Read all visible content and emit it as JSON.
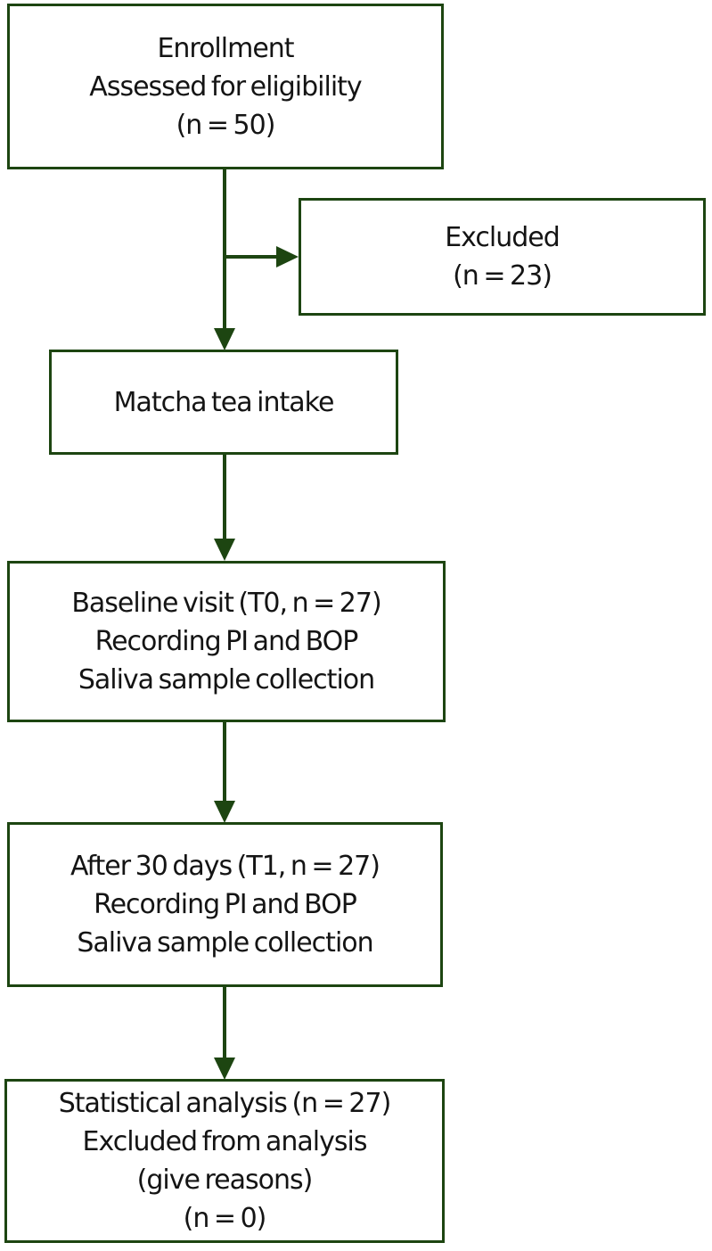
{
  "diagram_type": "study-flow-diagram",
  "colors": {
    "box_border": "#1d4511",
    "arrow": "#1d4511",
    "text": "#141414",
    "background": "#ffffff"
  },
  "boxes": [
    {
      "name": "enrollment",
      "lines": [
        "Enrollment",
        "Assessed for eligibility",
        "(n = 50)"
      ]
    },
    {
      "name": "excluded",
      "lines": [
        "Excluded",
        "(n = 23)"
      ]
    },
    {
      "name": "matcha-tea-intake",
      "lines": [
        "Matcha tea intake"
      ]
    },
    {
      "name": "baseline-visit",
      "lines": [
        "Baseline visit (T0, n = 27)",
        "Recording PI and BOP",
        "Saliva sample collection"
      ]
    },
    {
      "name": "after-30-days",
      "lines": [
        "After 30 days (T1, n = 27)",
        "Recording PI and BOP",
        "Saliva sample collection"
      ]
    },
    {
      "name": "statistical-analysis",
      "lines": [
        "Statistical analysis (n = 27)",
        "Excluded from analysis",
        "(give reasons)",
        "(n = 0)"
      ]
    }
  ],
  "edges": [
    {
      "from": "enrollment",
      "to": "excluded",
      "type": "branch-right"
    },
    {
      "from": "enrollment",
      "to": "matcha-tea-intake",
      "type": "down"
    },
    {
      "from": "matcha-tea-intake",
      "to": "baseline-visit",
      "type": "down"
    },
    {
      "from": "baseline-visit",
      "to": "after-30-days",
      "type": "down"
    },
    {
      "from": "after-30-days",
      "to": "statistical-analysis",
      "type": "down"
    }
  ]
}
